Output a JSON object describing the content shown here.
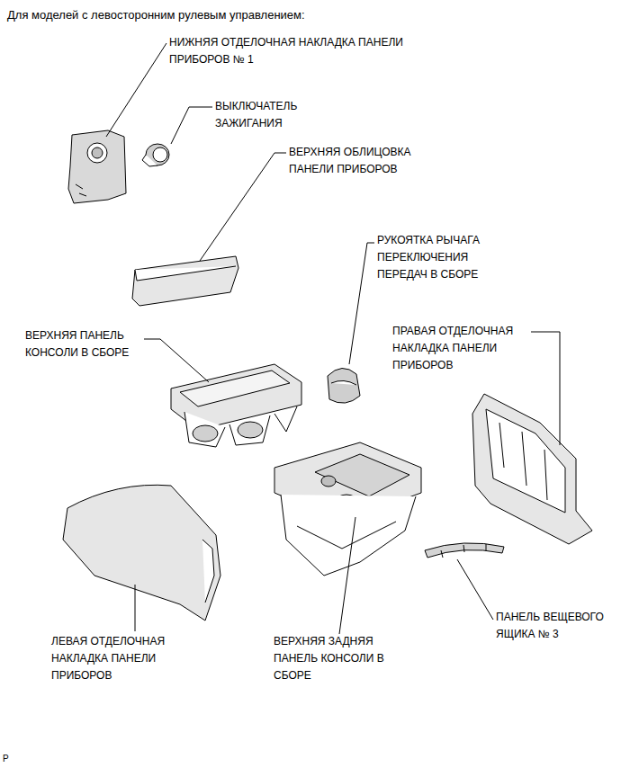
{
  "diagram": {
    "title": "Для моделей с левосторонним рулевым управлением:",
    "labels": [
      "НИЖНЯЯ ОТДЕЛОЧНАЯ НАКЛАДКА ПАНЕЛИ ПРИБОРОВ № 1",
      "ВЫКЛЮЧАТЕЛЬ ЗАЖИГАНИЯ",
      "ВЕРХНЯЯ ОБЛИЦОВКА ПАНЕЛИ ПРИБОРОВ",
      "РУКОЯТКА РЫЧАГА ПЕРЕКЛЮЧЕНИЯ ПЕРЕДАЧ В СБОРЕ",
      "ВЕРХНЯЯ ПАНЕЛЬ КОНСОЛИ В СБОРЕ",
      "ПРАВАЯ ОТДЕЛОЧНАЯ НАКЛАДКА ПАНЕЛИ ПРИБОРОВ",
      "ЛЕВАЯ ОТДЕЛОЧНАЯ НАКЛАДКА ПАНЕЛИ ПРИБОРОВ",
      "ВЕРХНЯЯ ЗАДНЯЯ ПАНЕЛЬ КОНСОЛИ В СБОРЕ",
      "ПАНЕЛЬ ВЕЩЕВОГО ЯЩИКА № 3",
      "P"
    ]
  }
}
